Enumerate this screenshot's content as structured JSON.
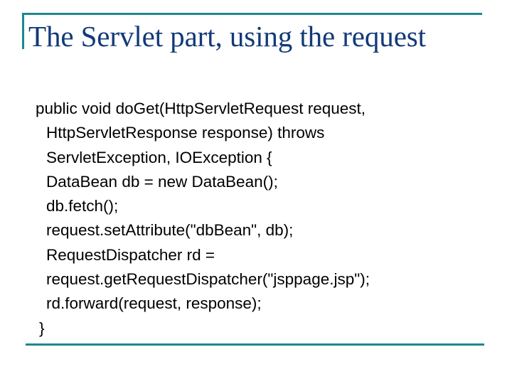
{
  "slide": {
    "title": "The Servlet part, using the request",
    "accent_color": "#1b888d",
    "title_color": "#123a78",
    "body_color": "#000000",
    "background_color": "#ffffff"
  },
  "body": {
    "lines": [
      {
        "text": "public void doGet(HttpServletRequest request,",
        "indent": "none"
      },
      {
        "text": "HttpServletResponse response) throws",
        "indent": "indent"
      },
      {
        "text": "ServletException, IOException {",
        "indent": "indent"
      },
      {
        "text": "DataBean db = new DataBean();",
        "indent": "indent"
      },
      {
        "text": "db.fetch();",
        "indent": "indent"
      },
      {
        "text": "request.setAttribute(\"dbBean\", db);",
        "indent": "indent"
      },
      {
        "text": "RequestDispatcher rd =",
        "indent": "indent"
      },
      {
        "text": "request.getRequestDispatcher(\"jsppage.jsp\");",
        "indent": "indent"
      },
      {
        "text": "rd.forward(request, response);",
        "indent": "indent"
      },
      {
        "text": "}",
        "indent": "brace"
      }
    ]
  }
}
